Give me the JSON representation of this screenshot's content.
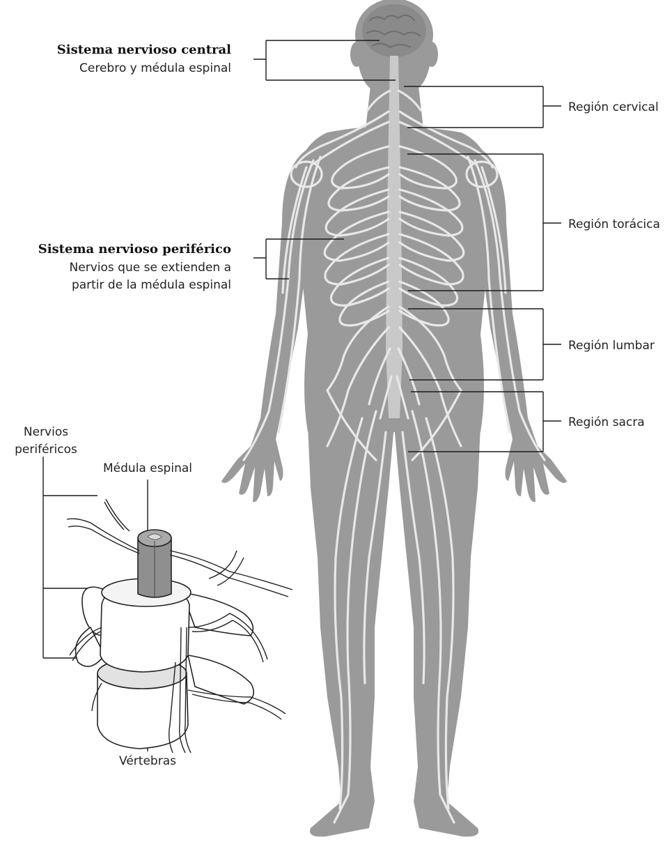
{
  "labels": {
    "cns_title": "Sistema nervioso central",
    "cns_desc": "Cerebro y médula espinal",
    "pns_title": "Sistema nervioso periférico",
    "pns_desc_line1": "Nervios que se extienden a",
    "pns_desc_line2": "partir de la médula espinal",
    "cervical": "Región cervical",
    "thoracic": "Región torácica",
    "lumbar": "Región lumbar",
    "sacral": "Región sacra",
    "peripheral_nerves_line1": "Nervios",
    "peripheral_nerves_line2": "periféricos",
    "spinal_cord": "Médula espinal",
    "vertebrae": "Vértebras"
  },
  "colors": {
    "body_fill": "#9a9a9a",
    "nerve": "#e8e8e8",
    "spinal_cord": "#c9c9c9",
    "bracket_line": "#1a1a1a",
    "bone_fill": "#ffffff",
    "bone_shadow": "#d8d8d8"
  }
}
